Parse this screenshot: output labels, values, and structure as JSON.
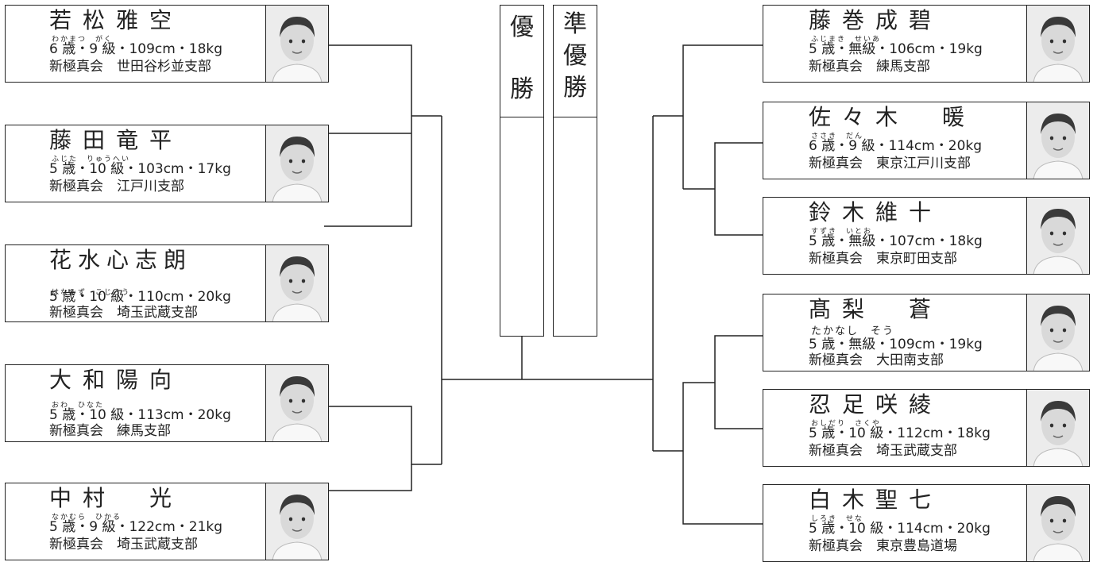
{
  "titles": {
    "champion": [
      "優",
      "勝"
    ],
    "runner_up": [
      "準",
      "優",
      "勝"
    ]
  },
  "left_players": [
    {
      "name": "若松雅空",
      "kana": "わかまつ　がく",
      "stats": "6 歳・9 級・109cm・18kg",
      "dojo": "新極真会　世田谷杉並支部"
    },
    {
      "name": "藤田竜平",
      "kana": "ふじた　りゅうへい",
      "stats": "5 歳・10 級・103cm・17kg",
      "dojo": "新極真会　江戸川支部"
    },
    {
      "name": "花水心志朗",
      "kana": "はなみず　こじろう",
      "stats": "5 歳・10 級・110cm・20kg",
      "dojo": "新極真会　埼玉武蔵支部"
    },
    {
      "name": "大和陽向",
      "kana": "おわ　ひなた",
      "stats": "5 歳・10 級・113cm・20kg",
      "dojo": "新極真会　練馬支部"
    },
    {
      "name": "中村　光",
      "kana": "なかむら　ひかる",
      "stats": "5 歳・9 級・122cm・21kg",
      "dojo": "新極真会　埼玉武蔵支部"
    }
  ],
  "right_players": [
    {
      "name": "藤巻成碧",
      "kana": "ふじまき　せいあ",
      "stats": "5 歳・無級・106cm・19kg",
      "dojo": "新極真会　練馬支部"
    },
    {
      "name": "佐々木　暖",
      "kana": "ささき　だん",
      "stats": "6 歳・9 級・114cm・20kg",
      "dojo": "新極真会　東京江戸川支部"
    },
    {
      "name": "鈴木維十",
      "kana": "すずき　いとお",
      "stats": "5 歳・無級・107cm・18kg",
      "dojo": "新極真会　東京町田支部"
    },
    {
      "name": "髙梨　蒼",
      "kana": "たかなし　そう",
      "stats": "5 歳・無級・109cm・19kg",
      "dojo": "新極真会　大田南支部"
    },
    {
      "name": "忍足咲綾",
      "kana": "おしだり　さくや",
      "stats": "5 歳・10 級・112cm・18kg",
      "dojo": "新極真会　埼玉武蔵支部"
    },
    {
      "name": "白木聖七",
      "kana": "しろき　せな",
      "stats": "5 歳・10 級・114cm・20kg",
      "dojo": "新極真会　東京豊島道場"
    }
  ]
}
